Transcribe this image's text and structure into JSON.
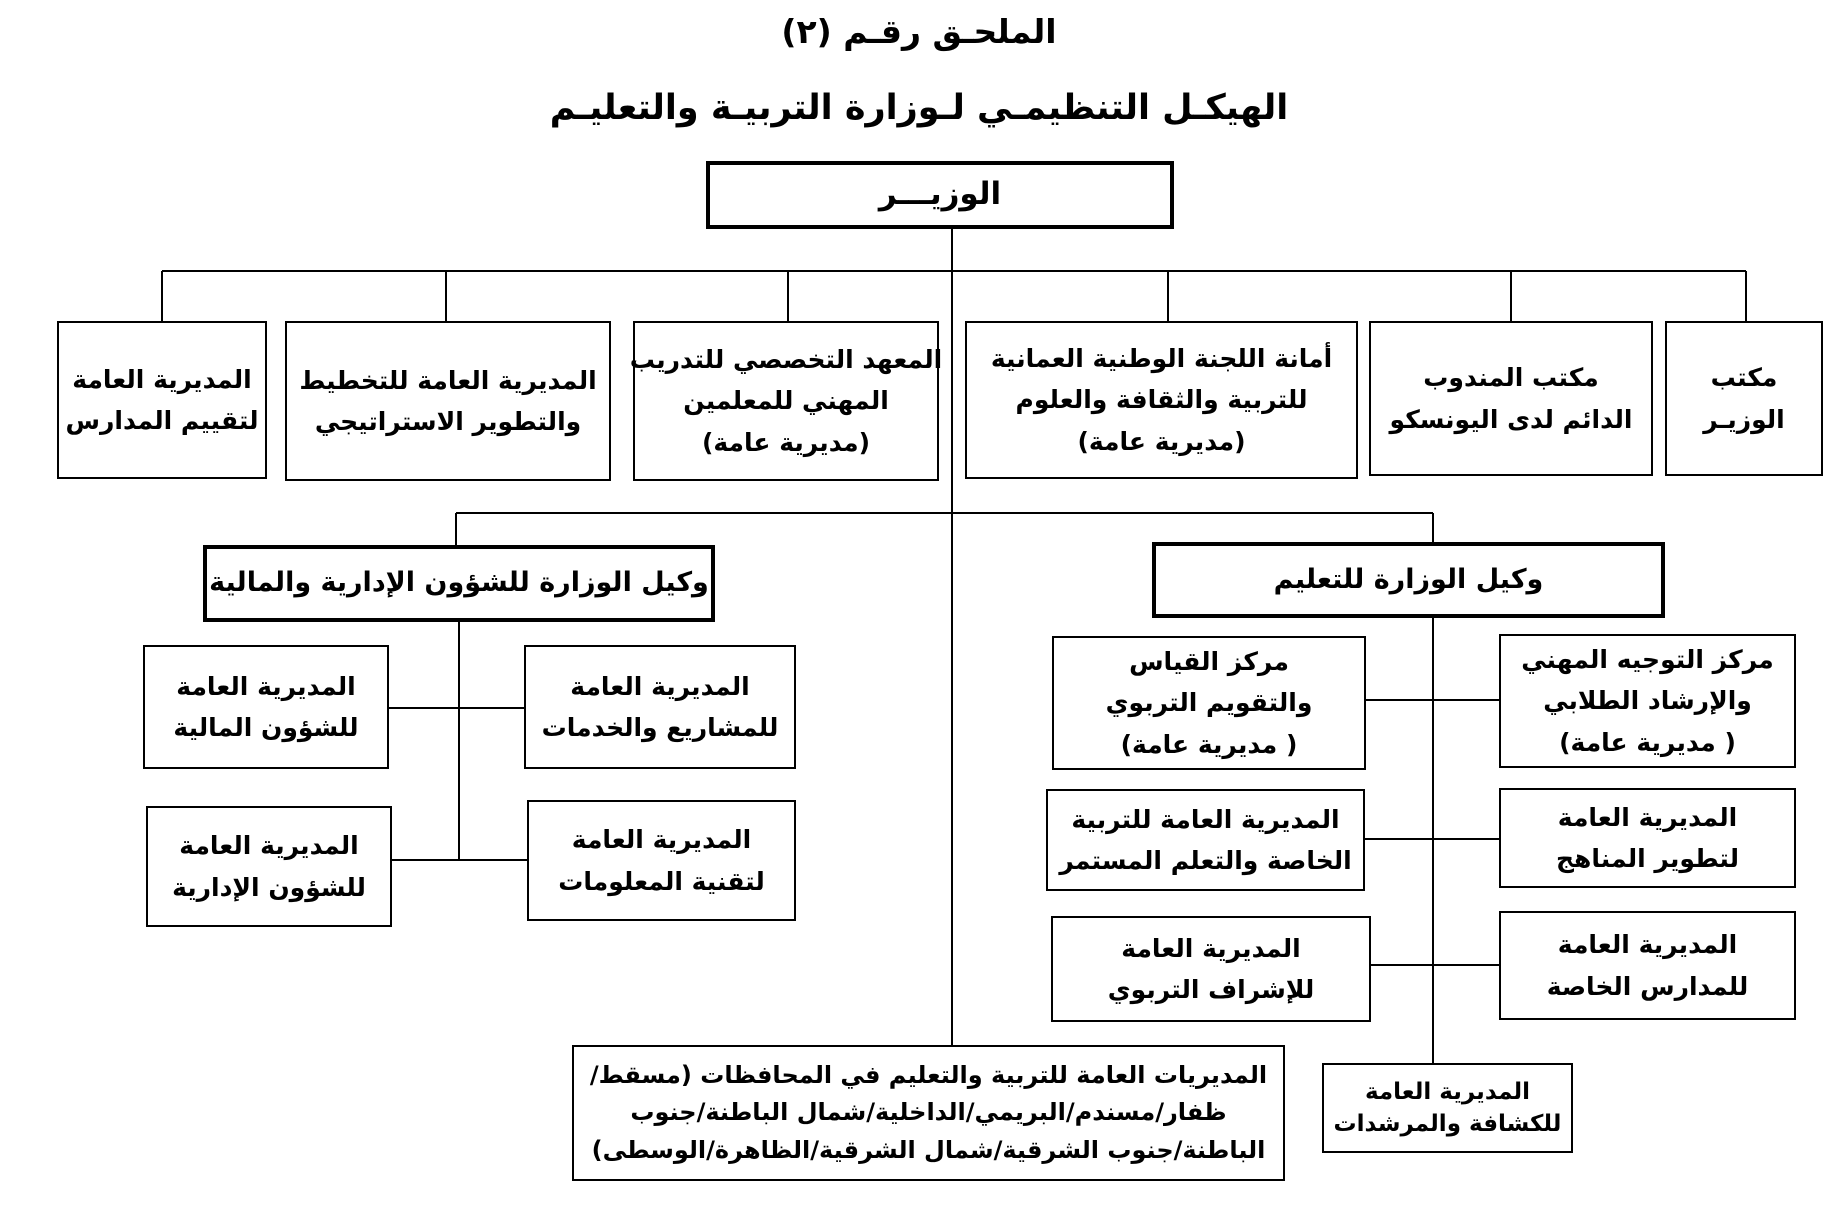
{
  "annex_title": "الملحـق رقـم (٢)",
  "chart_title": "الهيكـل التنظيمـي لـوزارة التربيـة والتعليـم",
  "minister": "الوزيـــر",
  "top_row": [
    {
      "id": "minister_office",
      "lines": [
        "مكتب",
        "الوزيـر"
      ]
    },
    {
      "id": "unesco_delegate_office",
      "lines": [
        "مكتب المندوب",
        "الدائم لدى اليونسكو"
      ]
    },
    {
      "id": "national_commission",
      "lines": [
        "أمانة اللجنة الوطنية العمانية",
        "للتربية والثقافة والعلوم",
        "(مديرية عامة)"
      ]
    },
    {
      "id": "teacher_institute",
      "lines": [
        "المعهد التخصصي للتدريب",
        "المهني للمعلمين",
        "(مديرية عامة)"
      ]
    },
    {
      "id": "planning_directorate",
      "lines": [
        "المديرية العامة للتخطيط",
        "والتطوير الاستراتيجي"
      ]
    },
    {
      "id": "school_evaluation",
      "lines": [
        "المديرية العامة",
        "لتقييم المدارس"
      ]
    }
  ],
  "education_undersecretary": {
    "label": "وكيل الوزارة للتعليم",
    "units": [
      {
        "id": "career_guidance",
        "lines": [
          "مركز التوجيه المهني",
          "والإرشاد الطلابي",
          "( مديرية عامة)"
        ]
      },
      {
        "id": "measurement_center",
        "lines": [
          "مركز القياس",
          "والتقويم التربوي",
          "( مديرية عامة)"
        ]
      },
      {
        "id": "curriculum",
        "lines": [
          "المديرية العامة",
          "لتطوير المناهج"
        ]
      },
      {
        "id": "special_education",
        "lines": [
          "المديرية العامة للتربية",
          "الخاصة والتعلم المستمر"
        ]
      },
      {
        "id": "private_schools",
        "lines": [
          "المديرية العامة",
          "للمدارس الخاصة"
        ]
      },
      {
        "id": "supervision",
        "lines": [
          "المديرية العامة",
          "للإشراف التربوي"
        ]
      },
      {
        "id": "scouts_guides",
        "lines": [
          "المديرية العامة",
          "للكشافة والمرشدات"
        ]
      }
    ]
  },
  "admin_finance_undersecretary": {
    "label": "وكيل الوزارة للشؤون الإدارية والمالية",
    "units": [
      {
        "id": "projects_services",
        "lines": [
          "المديرية العامة",
          "للمشاريع والخدمات"
        ]
      },
      {
        "id": "financial_affairs",
        "lines": [
          "المديرية العامة",
          "للشؤون المالية"
        ]
      },
      {
        "id": "information_technology",
        "lines": [
          "المديرية العامة",
          "لتقنية المعلومات"
        ]
      },
      {
        "id": "administrative_affairs",
        "lines": [
          "المديرية العامة",
          "للشؤون الإدارية"
        ]
      }
    ]
  },
  "governorates": {
    "lines": [
      "المديريات العامة للتربية والتعليم في المحافظات (مسقط/",
      "ظفار/مسندم/البريمي/الداخلية/شمال الباطنة/جنوب",
      "الباطنة/جنوب الشرقية/شمال الشرقية/الظاهرة/الوسطى)"
    ]
  }
}
